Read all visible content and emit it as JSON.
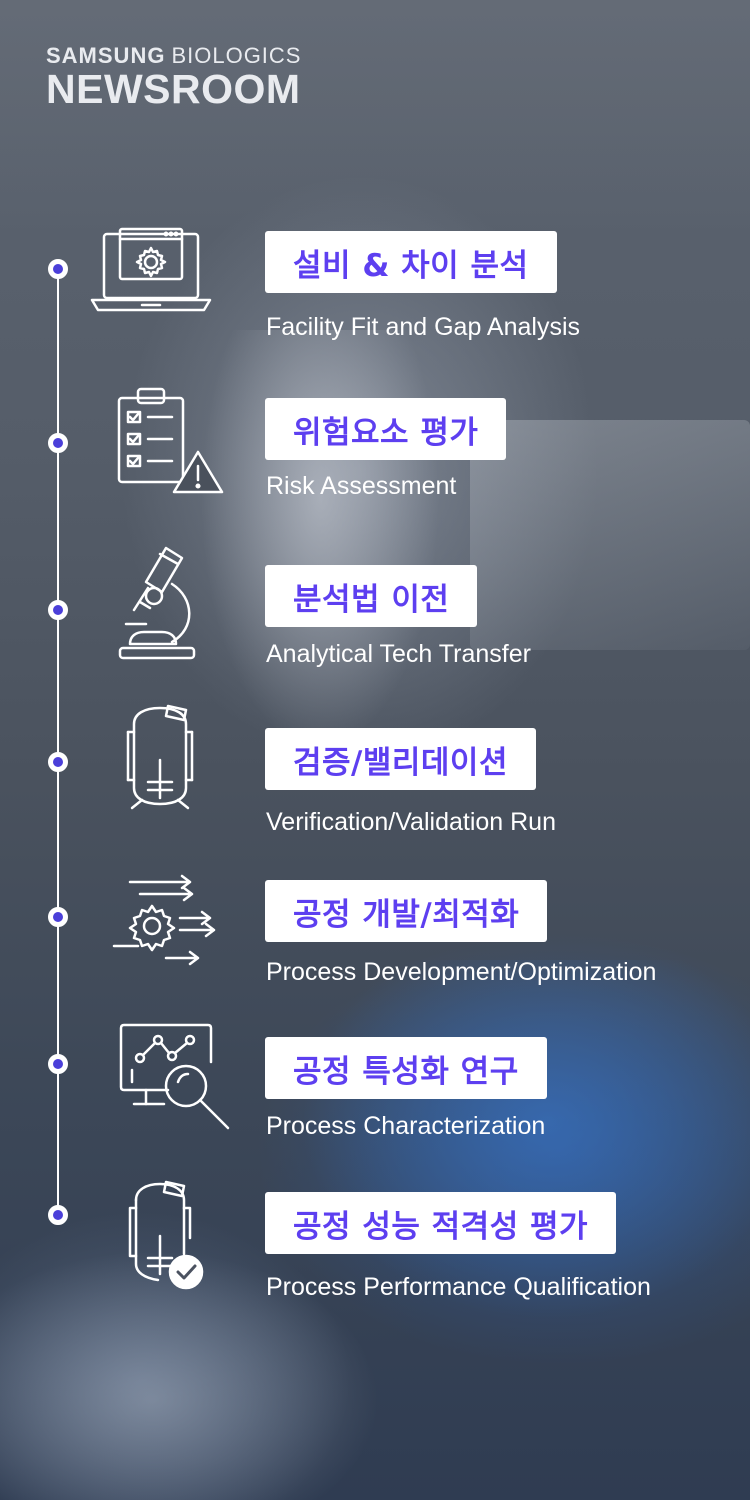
{
  "brand": {
    "line1_bold": "SAMSUNG",
    "line1_light": "BIOLOGICS",
    "line2": "NEWSROOM"
  },
  "colors": {
    "accent": "#5d3ff0",
    "dot": "#4b3fd9",
    "label_bg": "#ffffff",
    "subtitle": "#ffffff"
  },
  "steps": [
    {
      "icon": "laptop-gear-icon",
      "title": "설비 & 차이 분석",
      "subtitle": "Facility Fit and Gap Analysis"
    },
    {
      "icon": "checklist-warning-icon",
      "title": "위험요소 평가",
      "subtitle": "Risk Assessment"
    },
    {
      "icon": "microscope-icon",
      "title": "분석법 이전",
      "subtitle": "Analytical Tech Transfer"
    },
    {
      "icon": "bioreactor-icon",
      "title": "검증/밸리데이션",
      "subtitle": "Verification/Validation Run"
    },
    {
      "icon": "gear-arrows-icon",
      "title": "공정 개발/최적화",
      "subtitle": "Process Development/Optimization"
    },
    {
      "icon": "chart-magnifier-icon",
      "title": "공정 특성화 연구",
      "subtitle": "Process Characterization"
    },
    {
      "icon": "bioreactor-check-icon",
      "title": "공정 성능 적격성 평가",
      "subtitle": "Process Performance Qualification"
    }
  ]
}
